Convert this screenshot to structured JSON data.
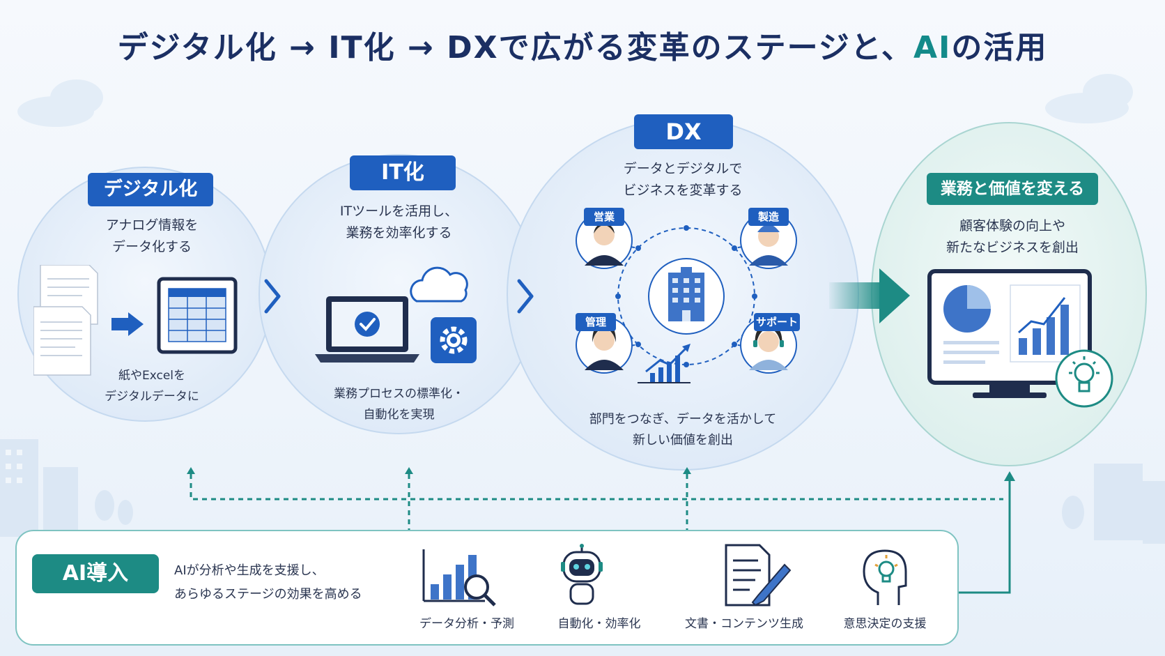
{
  "title": {
    "prefix": "デジタル化 → IT化 → DXで広がる変革のステージと、",
    "ai": "AI",
    "suffix": "の活用"
  },
  "stages": [
    {
      "badge": "デジタル化",
      "description": "アナログ情報を\nデータ化する",
      "caption": "紙やExcelを\nデジタルデータに"
    },
    {
      "badge": "IT化",
      "description": "ITツールを活用し、\n業務を効率化する",
      "caption": "業務プロセスの標準化・\n自動化を実現"
    },
    {
      "badge": "DX",
      "description": "データとデジタルで\nビジネスを変革する",
      "caption": "部門をつなぎ、データを活かして\n新しい価値を創出",
      "departments": [
        "営業",
        "製造",
        "管理",
        "サポート"
      ]
    },
    {
      "badge": "業務と価値を変える",
      "description": "顧客体験の向上や\n新たなビジネスを創出"
    }
  ],
  "ai": {
    "badge": "AI導入",
    "description": "AIが分析や生成を支援し、\nあらゆるステージの効果を高める",
    "features": [
      {
        "label": "データ分析・予測",
        "icon": "chart-magnifier-icon"
      },
      {
        "label": "自動化・効率化",
        "icon": "robot-icon"
      },
      {
        "label": "文書・コンテンツ生成",
        "icon": "document-pen-icon"
      },
      {
        "label": "意思決定の支援",
        "icon": "head-lightbulb-icon"
      }
    ]
  },
  "colors": {
    "navy": "#1b2f63",
    "blue": "#1f5fbf",
    "teal": "#1d8b84",
    "light_circle": "#e6eff9"
  }
}
